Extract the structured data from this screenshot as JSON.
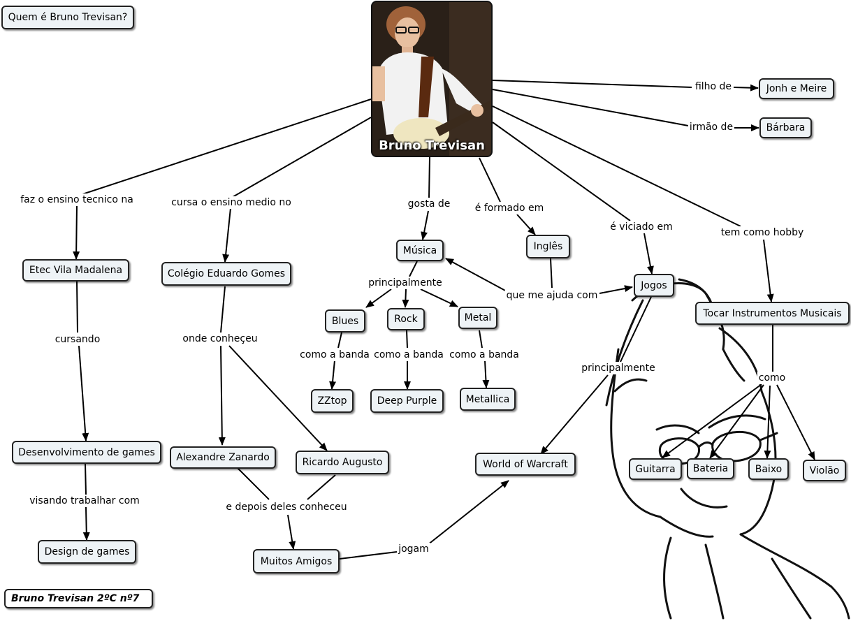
{
  "map_title": "Quem é Bruno Trevisan?",
  "footer": "Bruno Trevisan 2ºC  nº7",
  "center": {
    "name": "Bruno Trevisan"
  },
  "nodes": {
    "pais": "Jonh e Meire",
    "irma": "Bárbara",
    "etec": "Etec Vila Madalena",
    "colegio": "Colégio Eduardo Gomes",
    "musica": "Música",
    "ingles": "Inglês",
    "jogos": "Jogos",
    "instrumentos": "Tocar Instrumentos Musicais",
    "blues": "Blues",
    "rock": "Rock",
    "metal": "Metal",
    "zztop": "ZZtop",
    "deep_purple": "Deep Purple",
    "metallica": "Metallica",
    "desenvolvimento": "Desenvolvimento de games",
    "design": "Design de games",
    "alexandre": "Alexandre Zanardo",
    "ricardo": "Ricardo Augusto",
    "amigos": "Muitos Amigos",
    "wow": "World of Warcraft",
    "guitarra": "Guitarra",
    "bateria": "Bateria",
    "baixo": "Baixo",
    "violao": "Violão"
  },
  "links": {
    "filho_de": "filho de",
    "irmao_de": "irmão de",
    "faz_ensino": "faz o ensino tecnico na",
    "cursa_ensino": "cursa o ensino medio no",
    "gosta_de": "gosta de",
    "formado_em": "é formado em",
    "viciado_em": "é viciado em",
    "hobby": "tem como hobby",
    "principalmente_musica": "principalmente",
    "banda_blues": "como a banda",
    "banda_rock": "como a banda",
    "banda_metal": "como a banda",
    "me_ajuda": "que me ajuda com",
    "cursando": "cursando",
    "visando": "visando trabalhar com",
    "onde_conheceu": "onde conheçeu",
    "depois": "e depois deles conheceu",
    "jogam": "jogam",
    "principalmente_jogos": "principalmente",
    "como": "como"
  },
  "colors": {
    "node_fill": "#eef3f6",
    "node_border": "#222222",
    "line": "#000000"
  }
}
